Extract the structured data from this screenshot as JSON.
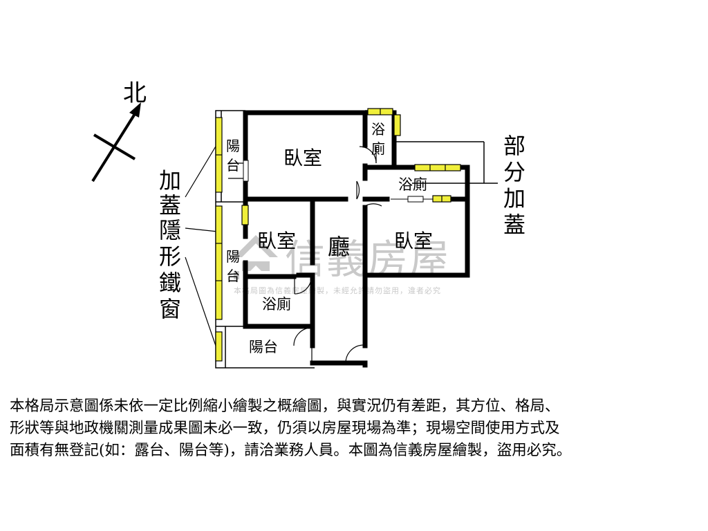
{
  "compass": {
    "north_label": "北"
  },
  "rooms": {
    "balcony_upper": "陽台",
    "bedroom_upper": "臥室",
    "bath_top": "浴廁",
    "bath_mid": "浴廁",
    "bedroom_left": "臥室",
    "living_room": "廳",
    "bedroom_right": "臥室",
    "balcony_left": "陽台",
    "bath_bottom": "浴廁",
    "balcony_bottom": "陽台"
  },
  "annotations": {
    "left_note": [
      "加",
      "蓋",
      "隱",
      "形",
      "鐵",
      "窗"
    ],
    "right_note": [
      "部",
      "分",
      "加",
      "蓋"
    ]
  },
  "watermark": {
    "brand": "信義房屋",
    "notice": "本格局圖為信義房屋繪製，未經允許請勿盜用，違者必究"
  },
  "disclaimer_lines": [
    "本格局示意圖係未依一定比例縮小繪製之概繪圖，與實況仍有差距，其方位、格局、",
    "形狀等與地政機關測量成果圖未必一致，仍須以房屋現場為準；現場空間使用方式及",
    "面積有無登記(如：露台、陽台等)，請洽業務人員。本圖為信義房屋繪製，盜用必究。"
  ],
  "colors": {
    "wall": "#000000",
    "window_fill": "#f0ef3a",
    "window_stroke": "#000000",
    "watermark": "#c9c9c9",
    "background": "#ffffff"
  }
}
